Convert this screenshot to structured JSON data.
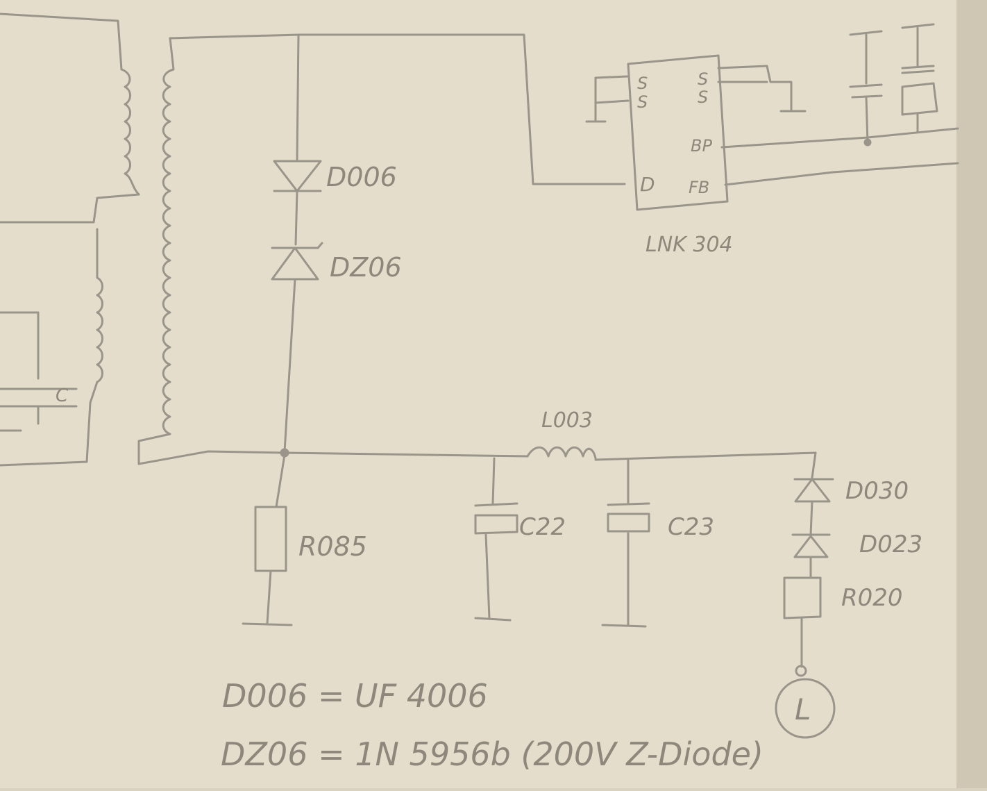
{
  "components": {
    "d006": "D006",
    "dz06": "DZ06",
    "ic": "LNK 304",
    "pins": {
      "s1": "S",
      "s2": "S",
      "s3": "S",
      "s4": "S",
      "d": "D",
      "bp": "BP",
      "fb": "FB"
    },
    "l003": "L003",
    "r085": "R085",
    "c22": "C22",
    "c23": "C23",
    "d030": "D030",
    "d023": "D023",
    "r020": "R020",
    "terminal": "L",
    "c_left": "C"
  },
  "notes": {
    "line1": "D006 = UF 4006",
    "line2": "DZ06 = 1N 5956b (200V Z-Diode)"
  },
  "colors": {
    "paper": "#e6e0cf",
    "ink": "#9a958a",
    "right_edge": "#cfc7b3"
  }
}
